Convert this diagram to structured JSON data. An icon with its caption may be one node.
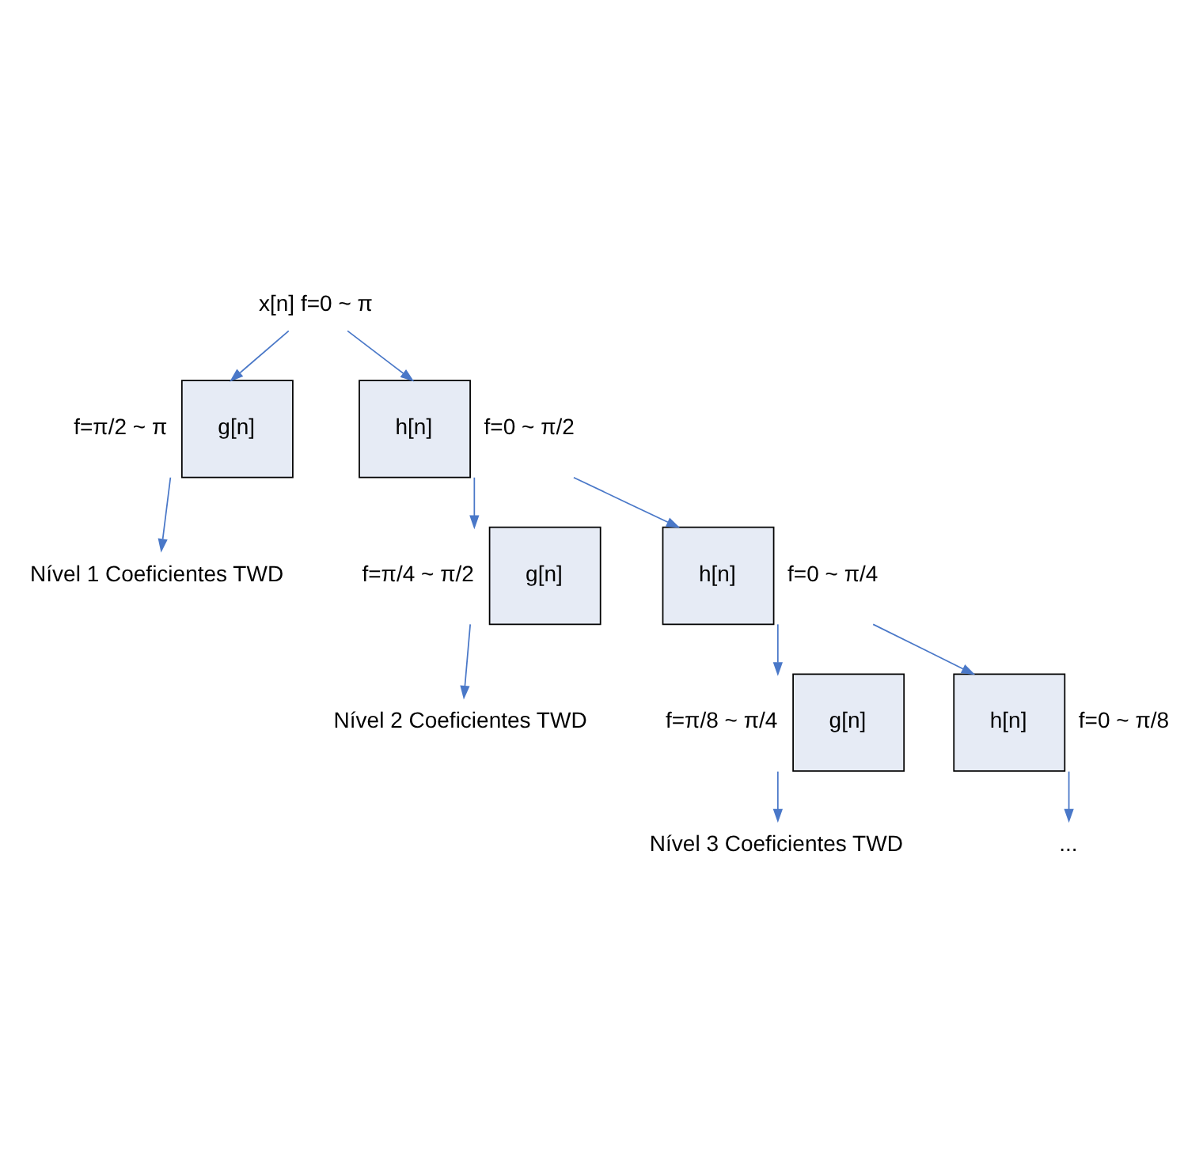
{
  "diagram": {
    "nodes": [
      {
        "text": [
          "x[n] f=0 ~ π"
        ]
      },
      {
        "text": [
          "g[n]"
        ],
        "beside": [
          "f=π/2 ~ π"
        ]
      },
      {
        "text": [
          "h[n]"
        ],
        "beside": [
          "f=0 ~ π/2"
        ]
      },
      {
        "text": [
          "Nível 1 Coeficientes TWD"
        ]
      },
      {
        "text": [
          "g[n]"
        ],
        "beside": [
          "f=π/4 ~ π/2"
        ]
      },
      {
        "text": [
          "h[n]"
        ],
        "beside": [
          "f=0 ~ π/4"
        ]
      },
      {
        "text": [
          "Nível 2 Coeficientes TWD"
        ]
      },
      {
        "text": [
          "g[n]"
        ],
        "beside": [
          "f=π/8 ~ π/4"
        ]
      },
      {
        "text": [
          "h[n]"
        ],
        "beside": [
          "f=0 ~ π/8"
        ]
      },
      {
        "text": [
          "Nível 3 Coeficientes TWD"
        ]
      },
      {
        "text": [
          "..."
        ]
      }
    ],
    "edges": [
      {
        "from": 0,
        "to": 1,
        "arrow": "to"
      },
      {
        "from": 0,
        "to": 2,
        "arrow": "to"
      },
      {
        "from": 1,
        "to": 3,
        "arrow": "to"
      },
      {
        "from": 2,
        "to": 4,
        "arrow": "to"
      },
      {
        "from": 2,
        "to": 5,
        "arrow": "to"
      },
      {
        "from": 4,
        "to": 6,
        "arrow": "to"
      },
      {
        "from": 5,
        "to": 7,
        "arrow": "to"
      },
      {
        "from": 5,
        "to": 8,
        "arrow": "to"
      },
      {
        "from": 7,
        "to": 9,
        "arrow": "to"
      },
      {
        "from": 8,
        "to": 10,
        "arrow": "to"
      }
    ]
  }
}
